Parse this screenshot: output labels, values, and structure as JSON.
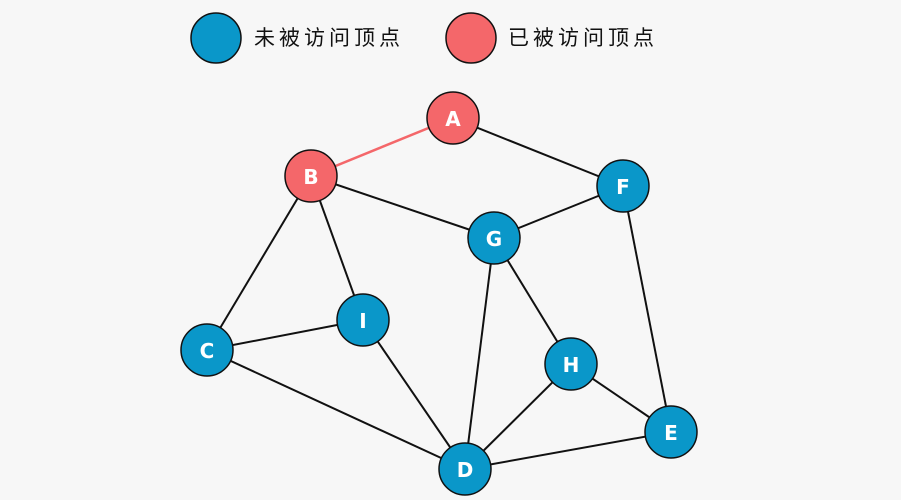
{
  "legend": [
    {
      "label": "未被访问顶点",
      "state": "unvisited"
    },
    {
      "label": "已被访问顶点",
      "state": "visited"
    }
  ],
  "colors": {
    "unvisited": "#0a97c9",
    "visited": "#f4676a",
    "edge": "#111111",
    "visited_edge": "#f4676a",
    "outline": "#111111",
    "background": "#f7f7f7"
  },
  "graph": {
    "nodes": [
      {
        "id": "A",
        "label": "A",
        "state": "visited"
      },
      {
        "id": "B",
        "label": "B",
        "state": "visited"
      },
      {
        "id": "C",
        "label": "C",
        "state": "unvisited"
      },
      {
        "id": "D",
        "label": "D",
        "state": "unvisited"
      },
      {
        "id": "E",
        "label": "E",
        "state": "unvisited"
      },
      {
        "id": "F",
        "label": "F",
        "state": "unvisited"
      },
      {
        "id": "G",
        "label": "G",
        "state": "unvisited"
      },
      {
        "id": "H",
        "label": "H",
        "state": "unvisited"
      },
      {
        "id": "I",
        "label": "I",
        "state": "unvisited"
      }
    ],
    "edges": [
      {
        "from": "A",
        "to": "B",
        "visited": true
      },
      {
        "from": "A",
        "to": "F",
        "visited": false
      },
      {
        "from": "B",
        "to": "G",
        "visited": false
      },
      {
        "from": "B",
        "to": "C",
        "visited": false
      },
      {
        "from": "B",
        "to": "I",
        "visited": false
      },
      {
        "from": "F",
        "to": "G",
        "visited": false
      },
      {
        "from": "F",
        "to": "E",
        "visited": false
      },
      {
        "from": "G",
        "to": "H",
        "visited": false
      },
      {
        "from": "G",
        "to": "D",
        "visited": false
      },
      {
        "from": "C",
        "to": "I",
        "visited": false
      },
      {
        "from": "C",
        "to": "D",
        "visited": false
      },
      {
        "from": "I",
        "to": "D",
        "visited": false
      },
      {
        "from": "H",
        "to": "D",
        "visited": false
      },
      {
        "from": "H",
        "to": "E",
        "visited": false
      },
      {
        "from": "D",
        "to": "E",
        "visited": false
      }
    ]
  }
}
